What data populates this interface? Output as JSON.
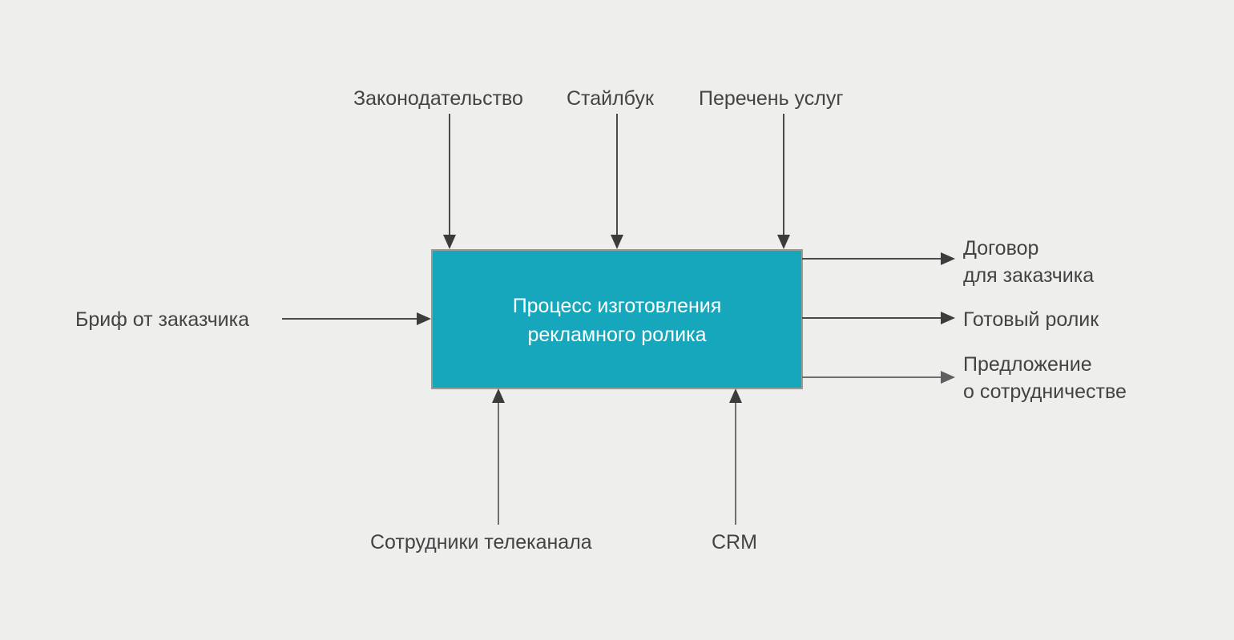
{
  "diagram": {
    "type": "IDEF0 context diagram",
    "background_color": "#eeeeec",
    "process": {
      "fill_color": "#17a7bc",
      "border_color": "#9b9b96",
      "text_color": "#ffffff",
      "title_line1": "Процесс изготовления",
      "title_line2": "рекламного ролика"
    },
    "controls": [
      {
        "label": "Законодательство"
      },
      {
        "label": "Стайлбук"
      },
      {
        "label": "Перечень услуг"
      }
    ],
    "inputs": [
      {
        "label": "Бриф от заказчика"
      }
    ],
    "outputs": [
      {
        "line1": "Договор",
        "line2": "для заказчика"
      },
      {
        "line1": "Готовый ролик",
        "line2": ""
      },
      {
        "line1": "Предложение",
        "line2": "о сотрудничестве"
      }
    ],
    "mechanisms": [
      {
        "label": "Сотрудники телеканала"
      },
      {
        "label": "CRM"
      }
    ],
    "label_color": "#434343"
  }
}
